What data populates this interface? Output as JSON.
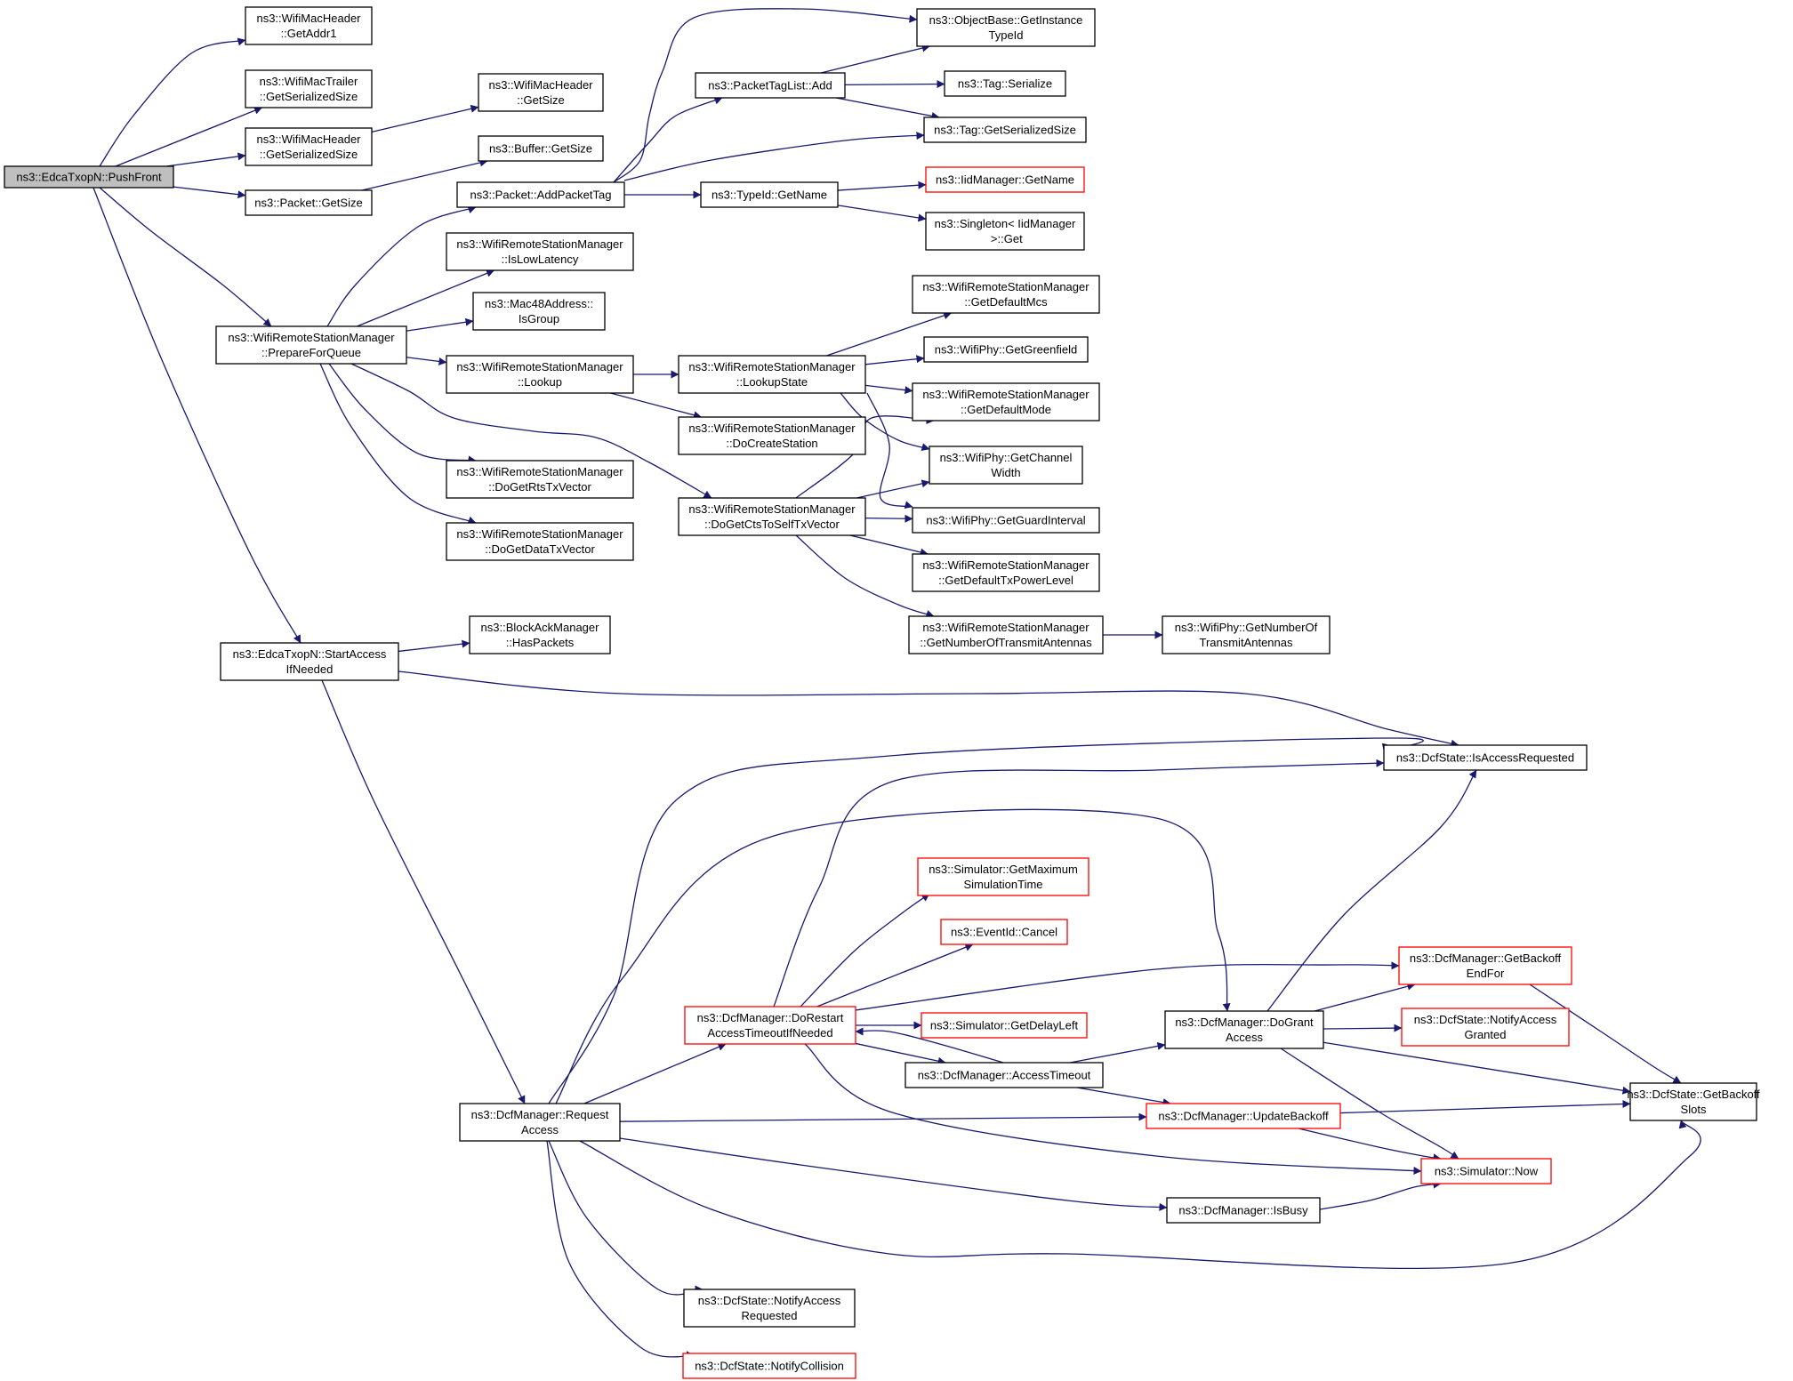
{
  "diagram": {
    "background": "#ffffff",
    "colors": {
      "edge": "#191970",
      "node_border": "#000000",
      "truncated_border": "#ff0000",
      "root_fill": "#bfbfbf"
    },
    "nodes": [
      {
        "id": "pushfront",
        "lines": [
          "ns3::EdcaTxopN::PushFront"
        ],
        "root": true
      },
      {
        "id": "getaddr1",
        "lines": [
          "ns3::WifiMacHeader",
          "::GetAddr1"
        ]
      },
      {
        "id": "trailer_gss",
        "lines": [
          "ns3::WifiMacTrailer",
          "::GetSerializedSize"
        ]
      },
      {
        "id": "header_gss",
        "lines": [
          "ns3::WifiMacHeader",
          "::GetSerializedSize"
        ]
      },
      {
        "id": "packet_getsize",
        "lines": [
          "ns3::Packet::GetSize"
        ]
      },
      {
        "id": "header_getsize",
        "lines": [
          "ns3::WifiMacHeader",
          "::GetSize"
        ]
      },
      {
        "id": "buffer_getsize",
        "lines": [
          "ns3::Buffer::GetSize"
        ]
      },
      {
        "id": "prepare",
        "lines": [
          "ns3::WifiRemoteStationManager",
          "::PrepareForQueue"
        ]
      },
      {
        "id": "addpackettag",
        "lines": [
          "ns3::Packet::AddPacketTag"
        ]
      },
      {
        "id": "islowlatency",
        "lines": [
          "ns3::WifiRemoteStationManager",
          "::IsLowLatency"
        ]
      },
      {
        "id": "isgroup",
        "lines": [
          "ns3::Mac48Address::",
          "IsGroup"
        ]
      },
      {
        "id": "lookup",
        "lines": [
          "ns3::WifiRemoteStationManager",
          "::Lookup"
        ]
      },
      {
        "id": "dogetrts",
        "lines": [
          "ns3::WifiRemoteStationManager",
          "::DoGetRtsTxVector"
        ]
      },
      {
        "id": "dogetdata",
        "lines": [
          "ns3::WifiRemoteStationManager",
          "::DoGetDataTxVector"
        ]
      },
      {
        "id": "ptl_add",
        "lines": [
          "ns3::PacketTagList::Add"
        ]
      },
      {
        "id": "typeid_getname",
        "lines": [
          "ns3::TypeId::GetName"
        ]
      },
      {
        "id": "lookupstate",
        "lines": [
          "ns3::WifiRemoteStationManager",
          "::LookupState"
        ]
      },
      {
        "id": "docreatestation",
        "lines": [
          "ns3::WifiRemoteStationManager",
          "::DoCreateStation"
        ]
      },
      {
        "id": "dogetcts",
        "lines": [
          "ns3::WifiRemoteStationManager",
          "::DoGetCtsToSelfTxVector"
        ]
      },
      {
        "id": "objectbase",
        "lines": [
          "ns3::ObjectBase::GetInstance",
          "TypeId"
        ]
      },
      {
        "id": "tag_serialize",
        "lines": [
          "ns3::Tag::Serialize"
        ]
      },
      {
        "id": "tag_gss",
        "lines": [
          "ns3::Tag::GetSerializedSize"
        ]
      },
      {
        "id": "iidmanager",
        "lines": [
          "ns3::IidManager::GetName"
        ],
        "truncated": true
      },
      {
        "id": "singleton",
        "lines": [
          "ns3::Singleton< IidManager",
          " >::Get"
        ]
      },
      {
        "id": "getdefaultmcs",
        "lines": [
          "ns3::WifiRemoteStationManager",
          "::GetDefaultMcs"
        ]
      },
      {
        "id": "getgreenfield",
        "lines": [
          "ns3::WifiPhy::GetGreenfield"
        ]
      },
      {
        "id": "getdefaultmode",
        "lines": [
          "ns3::WifiRemoteStationManager",
          "::GetDefaultMode"
        ]
      },
      {
        "id": "getchannelwidth",
        "lines": [
          "ns3::WifiPhy::GetChannel",
          "Width"
        ]
      },
      {
        "id": "getguardinterval",
        "lines": [
          "ns3::WifiPhy::GetGuardInterval"
        ]
      },
      {
        "id": "getdefaulttxpower",
        "lines": [
          "ns3::WifiRemoteStationManager",
          "::GetDefaultTxPowerLevel"
        ]
      },
      {
        "id": "getnumtxant_mgr",
        "lines": [
          "ns3::WifiRemoteStationManager",
          "::GetNumberOfTransmitAntennas"
        ]
      },
      {
        "id": "getnumtxant_phy",
        "lines": [
          "ns3::WifiPhy::GetNumberOf",
          "TransmitAntennas"
        ]
      },
      {
        "id": "startaccess",
        "lines": [
          "ns3::EdcaTxopN::StartAccess",
          "IfNeeded"
        ]
      },
      {
        "id": "haspackets",
        "lines": [
          "ns3::BlockAckManager",
          "::HasPackets"
        ]
      },
      {
        "id": "isaccessrequested",
        "lines": [
          "ns3::DcfState::IsAccessRequested"
        ]
      },
      {
        "id": "requestaccess",
        "lines": [
          "ns3::DcfManager::Request",
          "Access"
        ]
      },
      {
        "id": "getmaxsimtime",
        "lines": [
          "ns3::Simulator::GetMaximum",
          "SimulationTime"
        ],
        "truncated": true
      },
      {
        "id": "eventid_cancel",
        "lines": [
          "ns3::EventId::Cancel"
        ],
        "truncated": true
      },
      {
        "id": "dorestart",
        "lines": [
          "ns3::DcfManager::DoRestart",
          "AccessTimeoutIfNeeded"
        ],
        "truncated": true
      },
      {
        "id": "getdelayleft",
        "lines": [
          "ns3::Simulator::GetDelayLeft"
        ],
        "truncated": true
      },
      {
        "id": "accesstimeout",
        "lines": [
          "ns3::DcfManager::AccessTimeout"
        ]
      },
      {
        "id": "dogrant",
        "lines": [
          "ns3::DcfManager::DoGrant",
          "Access"
        ]
      },
      {
        "id": "getbackoffendfor",
        "lines": [
          "ns3::DcfManager::GetBackoff",
          "EndFor"
        ],
        "truncated": true
      },
      {
        "id": "notifyaccessgranted",
        "lines": [
          "ns3::DcfState::NotifyAccess",
          "Granted"
        ],
        "truncated": true
      },
      {
        "id": "updatebackoff",
        "lines": [
          "ns3::DcfManager::UpdateBackoff"
        ],
        "truncated": true
      },
      {
        "id": "getbackoffslots",
        "lines": [
          "ns3::DcfState::GetBackoff",
          "Slots"
        ]
      },
      {
        "id": "simnow",
        "lines": [
          "ns3::Simulator::Now"
        ],
        "truncated": true
      },
      {
        "id": "isbusy",
        "lines": [
          "ns3::DcfManager::IsBusy"
        ]
      },
      {
        "id": "notifyaccessrequested",
        "lines": [
          "ns3::DcfState::NotifyAccess",
          "Requested"
        ]
      },
      {
        "id": "notifycollision",
        "lines": [
          "ns3::DcfState::NotifyCollision"
        ],
        "truncated": true
      }
    ],
    "edges": [
      [
        "pushfront",
        "getaddr1"
      ],
      [
        "pushfront",
        "trailer_gss"
      ],
      [
        "pushfront",
        "header_gss"
      ],
      [
        "pushfront",
        "packet_getsize"
      ],
      [
        "pushfront",
        "prepare"
      ],
      [
        "pushfront",
        "startaccess"
      ],
      [
        "header_gss",
        "header_getsize"
      ],
      [
        "packet_getsize",
        "buffer_getsize"
      ],
      [
        "prepare",
        "addpackettag"
      ],
      [
        "prepare",
        "islowlatency"
      ],
      [
        "prepare",
        "isgroup"
      ],
      [
        "prepare",
        "lookup"
      ],
      [
        "prepare",
        "dogetcts"
      ],
      [
        "prepare",
        "dogetrts"
      ],
      [
        "prepare",
        "dogetdata"
      ],
      [
        "addpackettag",
        "objectbase"
      ],
      [
        "addpackettag",
        "ptl_add"
      ],
      [
        "addpackettag",
        "tag_gss"
      ],
      [
        "addpackettag",
        "typeid_getname"
      ],
      [
        "ptl_add",
        "objectbase"
      ],
      [
        "ptl_add",
        "tag_serialize"
      ],
      [
        "ptl_add",
        "tag_gss"
      ],
      [
        "typeid_getname",
        "iidmanager"
      ],
      [
        "typeid_getname",
        "singleton"
      ],
      [
        "lookup",
        "lookupstate"
      ],
      [
        "lookup",
        "docreatestation"
      ],
      [
        "lookupstate",
        "getdefaultmcs"
      ],
      [
        "lookupstate",
        "getgreenfield"
      ],
      [
        "lookupstate",
        "getdefaultmode"
      ],
      [
        "lookupstate",
        "getchannelwidth"
      ],
      [
        "lookupstate",
        "getguardinterval"
      ],
      [
        "dogetcts",
        "getdefaultmode"
      ],
      [
        "dogetcts",
        "getchannelwidth"
      ],
      [
        "dogetcts",
        "getguardinterval"
      ],
      [
        "dogetcts",
        "getdefaulttxpower"
      ],
      [
        "dogetcts",
        "getnumtxant_mgr"
      ],
      [
        "getnumtxant_mgr",
        "getnumtxant_phy"
      ],
      [
        "startaccess",
        "haspackets"
      ],
      [
        "startaccess",
        "isaccessrequested"
      ],
      [
        "startaccess",
        "requestaccess"
      ],
      [
        "requestaccess",
        "isaccessrequested"
      ],
      [
        "requestaccess",
        "dogrant"
      ],
      [
        "requestaccess",
        "dorestart"
      ],
      [
        "requestaccess",
        "updatebackoff"
      ],
      [
        "requestaccess",
        "isbusy"
      ],
      [
        "requestaccess",
        "getbackoffslots"
      ],
      [
        "requestaccess",
        "notifyaccessrequested"
      ],
      [
        "requestaccess",
        "notifycollision"
      ],
      [
        "dorestart",
        "isaccessrequested"
      ],
      [
        "dorestart",
        "getmaxsimtime"
      ],
      [
        "dorestart",
        "eventid_cancel"
      ],
      [
        "dorestart",
        "getbackoffendfor"
      ],
      [
        "dorestart",
        "getdelayleft"
      ],
      [
        "dorestart",
        "accesstimeout"
      ],
      [
        "dorestart",
        "simnow"
      ],
      [
        "accesstimeout",
        "dorestart"
      ],
      [
        "accesstimeout",
        "dogrant"
      ],
      [
        "accesstimeout",
        "updatebackoff"
      ],
      [
        "dogrant",
        "isaccessrequested"
      ],
      [
        "dogrant",
        "getbackoffendfor"
      ],
      [
        "dogrant",
        "notifyaccessgranted"
      ],
      [
        "dogrant",
        "getbackoffslots"
      ],
      [
        "dogrant",
        "simnow"
      ],
      [
        "getbackoffendfor",
        "getbackoffslots"
      ],
      [
        "updatebackoff",
        "getbackoffslots"
      ],
      [
        "updatebackoff",
        "simnow"
      ],
      [
        "isbusy",
        "simnow"
      ]
    ]
  }
}
